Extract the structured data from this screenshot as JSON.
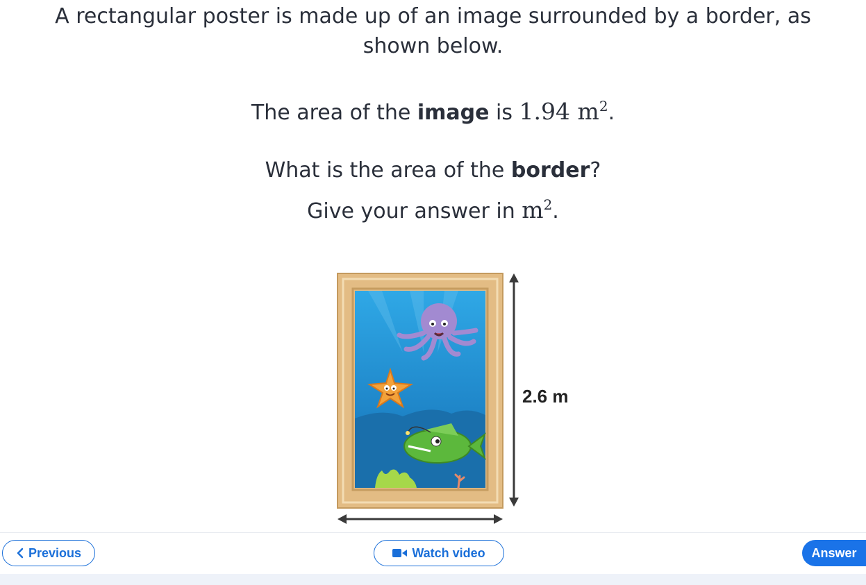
{
  "question": {
    "line1": "A rectangular poster is made up of an image surrounded by a border, as",
    "line2": "shown below.",
    "area_pre": "The area of the ",
    "area_bold": "image",
    "area_mid": " is ",
    "area_value": "1.94",
    "area_unit": "m",
    "area_exp": "2",
    "area_end": ".",
    "ask_pre": "What is the area of the ",
    "ask_bold": "border",
    "ask_end": "?",
    "give_pre": "Give your answer in ",
    "give_unit": "m",
    "give_exp": "2",
    "give_end": "."
  },
  "figure": {
    "height_label": "2.6 m"
  },
  "nav": {
    "previous_label": "Previous",
    "watch_label": "Watch video",
    "answer_label": "Answer"
  },
  "colors": {
    "accent": "#1a73e8",
    "text": "#2a2f3a",
    "frame": "#e3bc84",
    "water": "#1f86c9"
  }
}
